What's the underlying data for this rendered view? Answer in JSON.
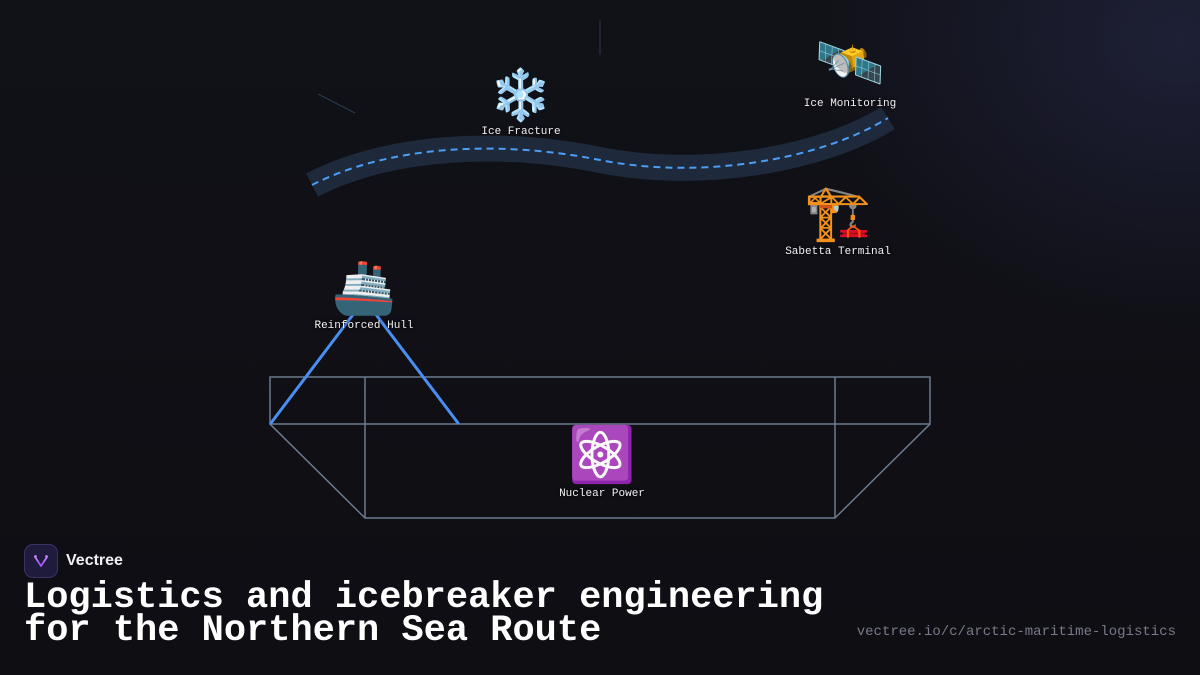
{
  "brand": {
    "name": "Vectree",
    "logo_icon": "vectree-logo-icon",
    "accent_color": "#a855f7"
  },
  "headline": {
    "line1": "Logistics and icebreaker engineering",
    "line2": "for the Northern Sea Route"
  },
  "site_url": "vectree.io/c/arctic-maritime-logistics",
  "colors": {
    "route_band": "#1e2a3b",
    "route_dash": "#4a9ef5",
    "hull_outline": "#6b7a8f",
    "ship_lines": "#4a8ff0"
  },
  "nodes": [
    {
      "id": "ice-fracture",
      "label": "Ice Fracture",
      "icon": "snowflake-icon",
      "glyph": "❄️"
    },
    {
      "id": "ice-monitoring",
      "label": "Ice Monitoring",
      "icon": "satellite-icon",
      "glyph": "🛰️"
    },
    {
      "id": "sabetta-terminal",
      "label": "Sabetta Terminal",
      "icon": "crane-icon",
      "glyph": "🏗️"
    },
    {
      "id": "reinforced-hull",
      "label": "Reinforced Hull",
      "icon": "ship-icon",
      "glyph": "🚢"
    },
    {
      "id": "nuclear-power",
      "label": "Nuclear Power",
      "icon": "atom-icon",
      "glyph": "⚛️"
    }
  ]
}
